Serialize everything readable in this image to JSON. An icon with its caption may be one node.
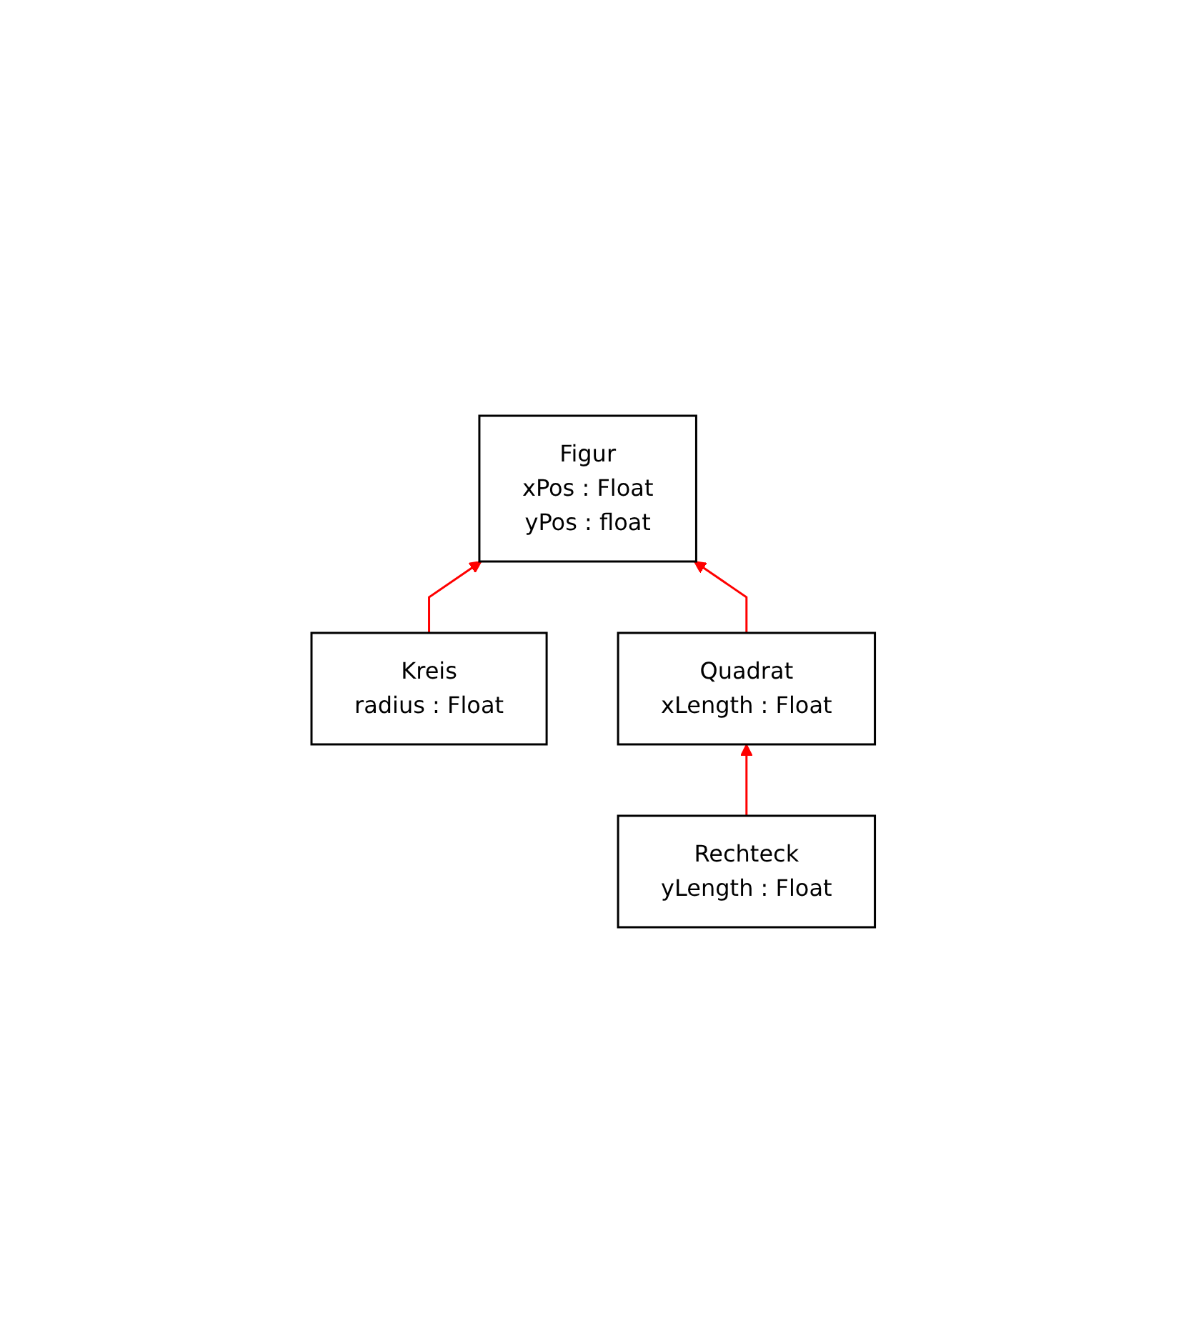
{
  "diagram": {
    "nodes": [
      {
        "text": [
          "Figur",
          "xPos : Float",
          "yPos : float"
        ]
      },
      {
        "text": [
          "Kreis",
          "radius : Float"
        ]
      },
      {
        "text": [
          "Quadrat",
          "xLength : Float"
        ]
      },
      {
        "text": [
          "Rechteck",
          "yLength : Float"
        ]
      }
    ],
    "edges": [
      {
        "from": 1,
        "to": 0,
        "arrow": "to"
      },
      {
        "from": 2,
        "to": 0,
        "arrow": "to"
      },
      {
        "from": 3,
        "to": 2,
        "arrow": "to"
      }
    ]
  }
}
